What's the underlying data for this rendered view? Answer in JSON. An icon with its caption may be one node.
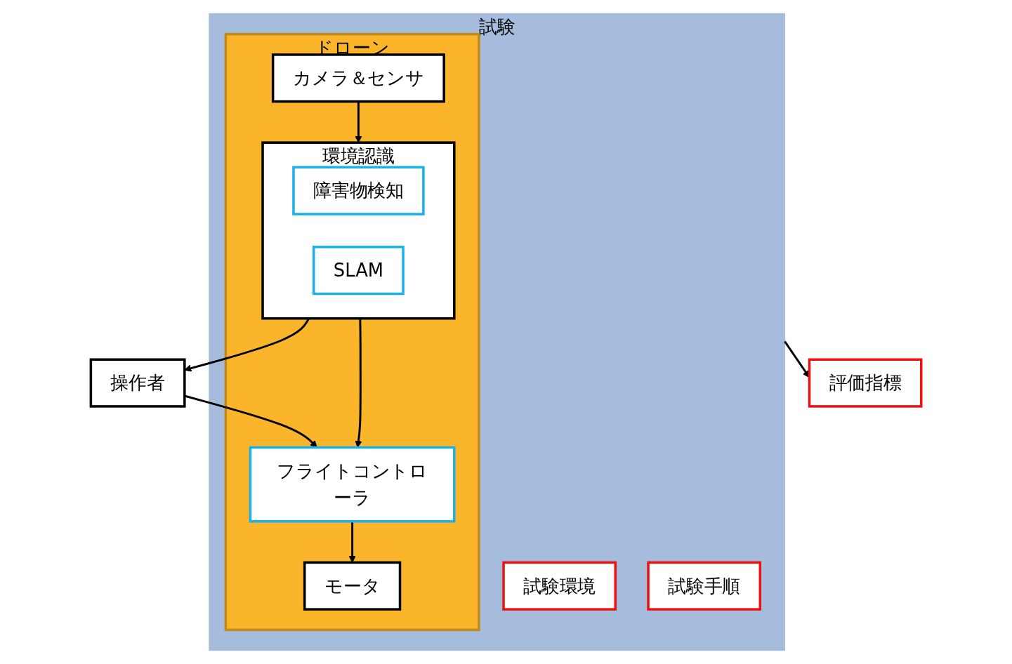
{
  "diagram": {
    "nodes": [
      {
        "text": [
          "試験"
        ]
      },
      {
        "text": [
          "ドローン"
        ],
        "in": 0
      },
      {
        "text": [
          "操作者"
        ]
      },
      {
        "text": [
          "フライトコントローラ"
        ],
        "in": 1
      },
      {
        "text": [
          "モータ"
        ],
        "in": 1
      },
      {
        "text": [
          "環境認識"
        ],
        "in": 1
      },
      {
        "text": [
          "障害物検知"
        ],
        "in": 5
      },
      {
        "text": [
          "SLAM"
        ],
        "in": 5
      },
      {
        "text": [
          "カメラ＆センサ"
        ],
        "in": 1
      },
      {
        "text": [
          "試験環境"
        ],
        "in": 0
      },
      {
        "text": [
          "試験手順"
        ],
        "in": 0
      },
      {
        "text": [
          "評価指標"
        ]
      }
    ],
    "edges": [
      {
        "from": 2,
        "to": 3,
        "arrow": "to"
      },
      {
        "from": 3,
        "to": 4,
        "arrow": "to"
      },
      {
        "from": 5,
        "to": 3,
        "arrow": "to"
      },
      {
        "from": 5,
        "to": 2,
        "arrow": "to"
      },
      {
        "from": 8,
        "to": 5,
        "arrow": "to"
      },
      {
        "from": 0,
        "to": 11,
        "arrow": "to"
      }
    ]
  }
}
